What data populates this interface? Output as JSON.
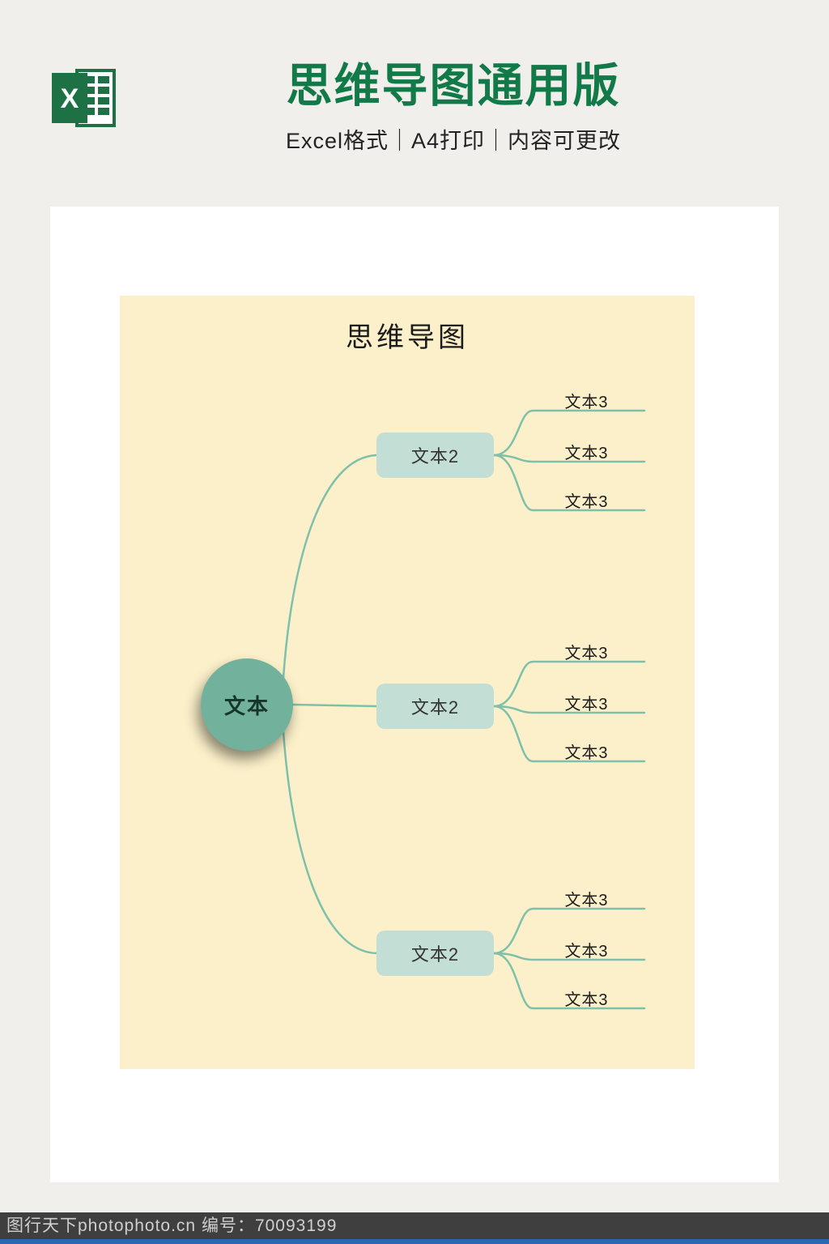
{
  "header": {
    "title": "思维导图通用版",
    "subtitle": "Excel格式｜A4打印｜内容可更改"
  },
  "sheet": {
    "panel_title": "思维导图"
  },
  "mindmap": {
    "root": "文本",
    "branches": [
      {
        "label": "文本2",
        "children": [
          "文本3",
          "文本3",
          "文本3"
        ]
      },
      {
        "label": "文本2",
        "children": [
          "文本3",
          "文本3",
          "文本3"
        ]
      },
      {
        "label": "文本2",
        "children": [
          "文本3",
          "文本3",
          "文本3"
        ]
      }
    ]
  },
  "footer": {
    "watermark": "图行天下photophoto.cn 编号：70093199"
  },
  "colors": {
    "brand-green": "#117a48",
    "panel-bg": "#fbf0c9",
    "line": "#7fc0aa",
    "node-fill": "#c3ded5",
    "root-fill": "#72b29c",
    "footer-bg": "#3f3f3f",
    "footer-accent": "#2f66b0"
  }
}
